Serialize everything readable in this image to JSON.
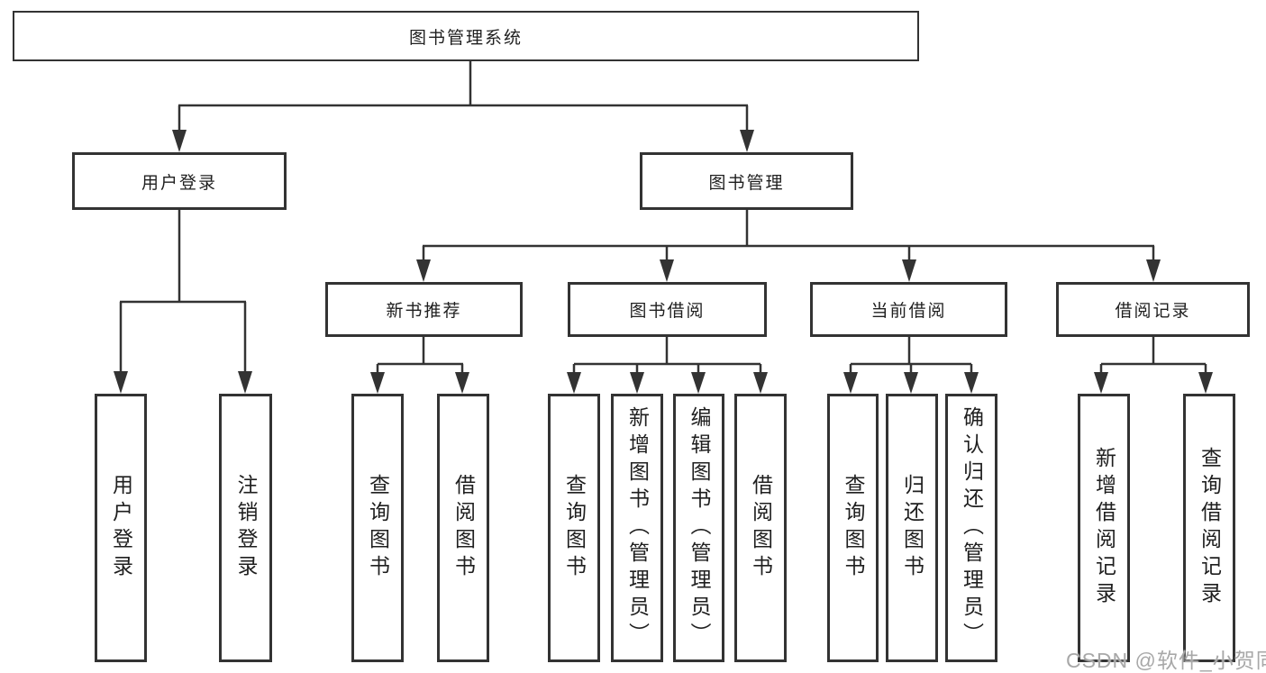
{
  "tree": {
    "root": "图书管理系统",
    "branches": [
      {
        "label": "用户登录",
        "children": [
          "用户登录",
          "注销登录"
        ]
      },
      {
        "label": "图书管理",
        "groups": [
          {
            "label": "新书推荐",
            "children": [
              "查询图书",
              "借阅图书"
            ]
          },
          {
            "label": "图书借阅",
            "children": [
              "查询图书",
              "新增图书（管理员）",
              "编辑图书（管理员）",
              "借阅图书"
            ]
          },
          {
            "label": "当前借阅",
            "children": [
              "查询图书",
              "归还图书",
              "确认归还（管理员）"
            ]
          },
          {
            "label": "借阅记录",
            "children": [
              "新增借阅记录",
              "查询借阅记录"
            ]
          }
        ]
      }
    ]
  },
  "watermark": "CSDN @软件_小贺同学",
  "colors": {
    "line": "#333333",
    "text": "#1f1f1f",
    "box_bg": "#ffffff",
    "watermark": "#a8a8a8"
  }
}
